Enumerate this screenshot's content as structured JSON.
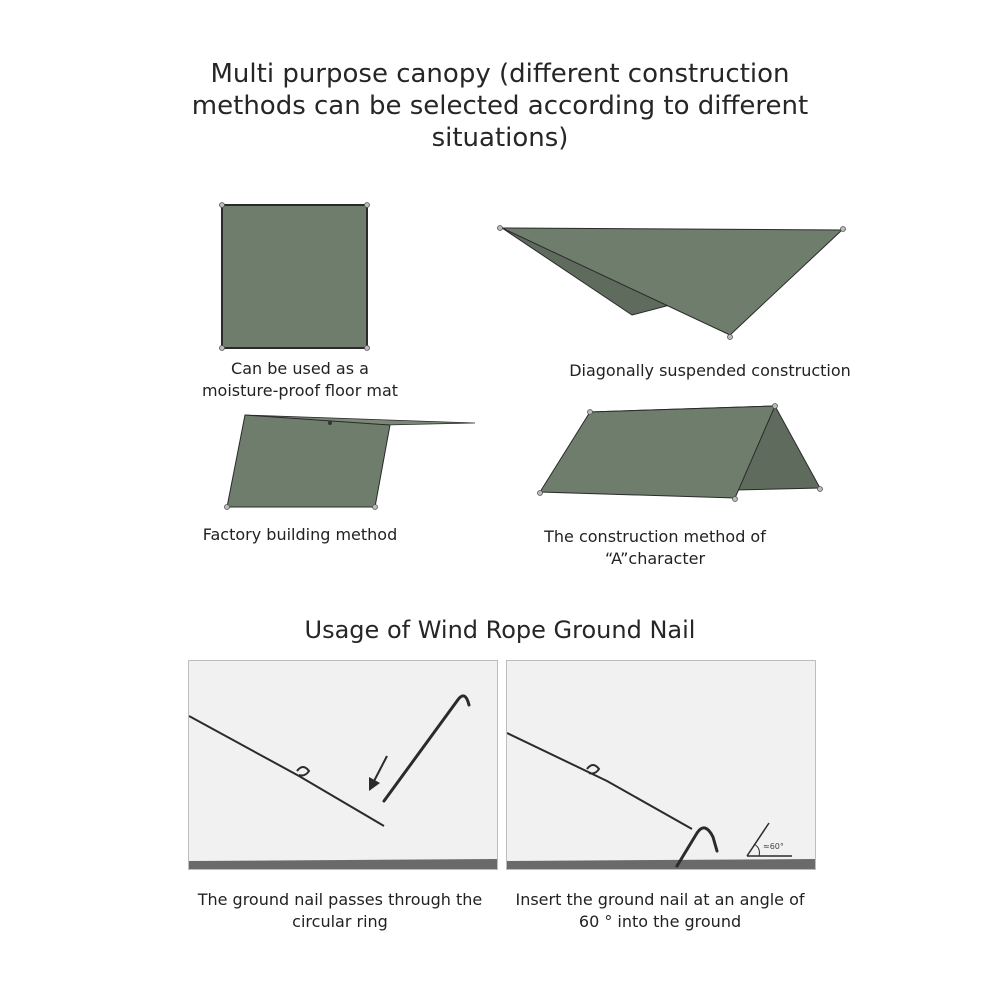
{
  "header": {
    "title": "Multi purpose canopy (different construction\nmethods can be selected according to different\nsituations)"
  },
  "methods": [
    {
      "caption": "Can be used as a\nmoisture-proof floor mat"
    },
    {
      "caption": "Diagonally suspended construction"
    },
    {
      "caption": "Factory building method"
    },
    {
      "caption": "The construction method of\n“A”character"
    }
  ],
  "usage": {
    "title": "Usage of Wind Rope Ground Nail",
    "panels": [
      {
        "caption": "The ground nail passes through the\ncircular ring"
      },
      {
        "caption": "Insert the ground nail at an angle of\n60 ° into the ground",
        "angle_label": "≈60°"
      }
    ]
  },
  "colors": {
    "canopy": "#6f7d6d",
    "canopy_dark": "#5e6b5d",
    "panel_bg": "#f1f1f1"
  }
}
